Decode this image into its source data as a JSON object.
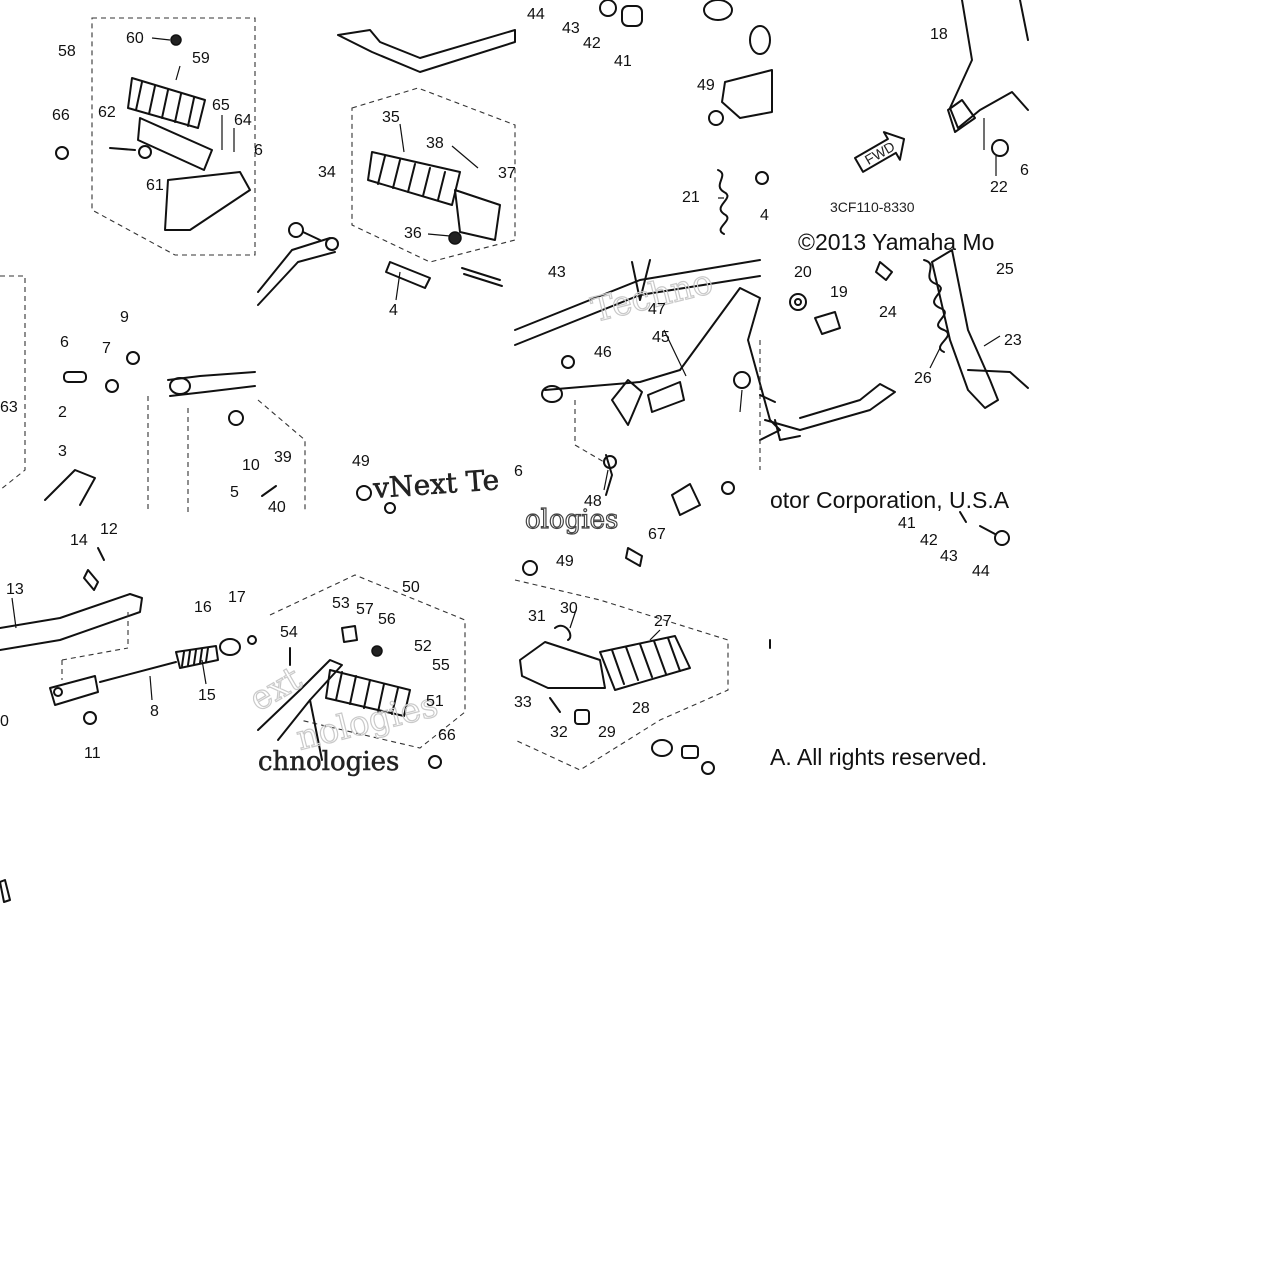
{
  "labels": [
    "58",
    "60",
    "59",
    "66",
    "62",
    "65",
    "64",
    "61",
    "35",
    "38",
    "34",
    "36",
    "37",
    "4",
    "44",
    "43",
    "42",
    "41",
    "49",
    "21",
    "18",
    "22",
    "14",
    "12",
    "13",
    "16",
    "17",
    "8",
    "15",
    "11",
    "9",
    "6",
    "7",
    "2",
    "3",
    "63",
    "10",
    "39",
    "5",
    "40",
    "54",
    "53",
    "57",
    "56",
    "52",
    "55",
    "50",
    "51",
    "31",
    "30",
    "27",
    "33",
    "32",
    "29",
    "28",
    "67",
    "43",
    "47",
    "45",
    "46",
    "48",
    "20",
    "19",
    "24",
    "25",
    "26",
    "23"
  ],
  "diagram_code": "3CF110-8330",
  "fwd_tag": "FWD",
  "copyright_line1": "©2013 Yamaha Mo",
  "copyright_line2": "otor Corporation, U.S.A",
  "copyright_line3": "A. All rights reserved.",
  "watermarks": [
    "Techno",
    "vNext Te",
    "ologies",
    "ext",
    "nologies",
    "chnologies"
  ]
}
